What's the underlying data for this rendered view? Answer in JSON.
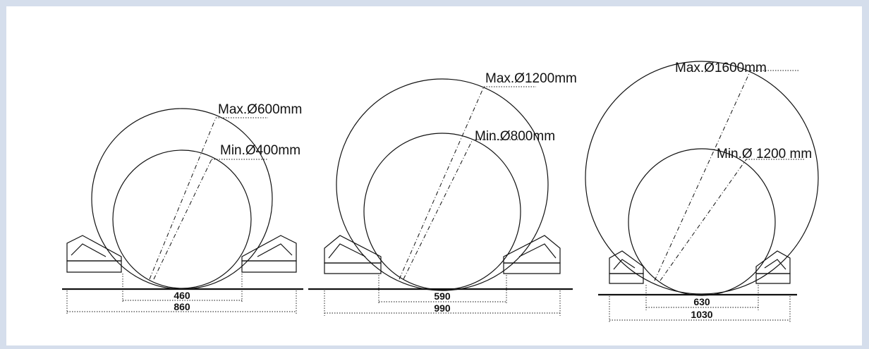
{
  "diagrams": [
    {
      "max_label": "Max.Ø600mm",
      "min_label": "Min.Ø400mm",
      "inner_dim": "460",
      "outer_dim": "860"
    },
    {
      "max_label": "Max.Ø1200mm",
      "min_label": "Min.Ø800mm",
      "inner_dim": "590",
      "outer_dim": "990"
    },
    {
      "max_label": "Max.Ø1600mm",
      "min_label": "Min.Ø 1200 mm",
      "inner_dim": "630",
      "outer_dim": "1030"
    }
  ],
  "colors": {
    "background": "#d5deec",
    "panel": "#ffffff",
    "ink": "#111111"
  }
}
